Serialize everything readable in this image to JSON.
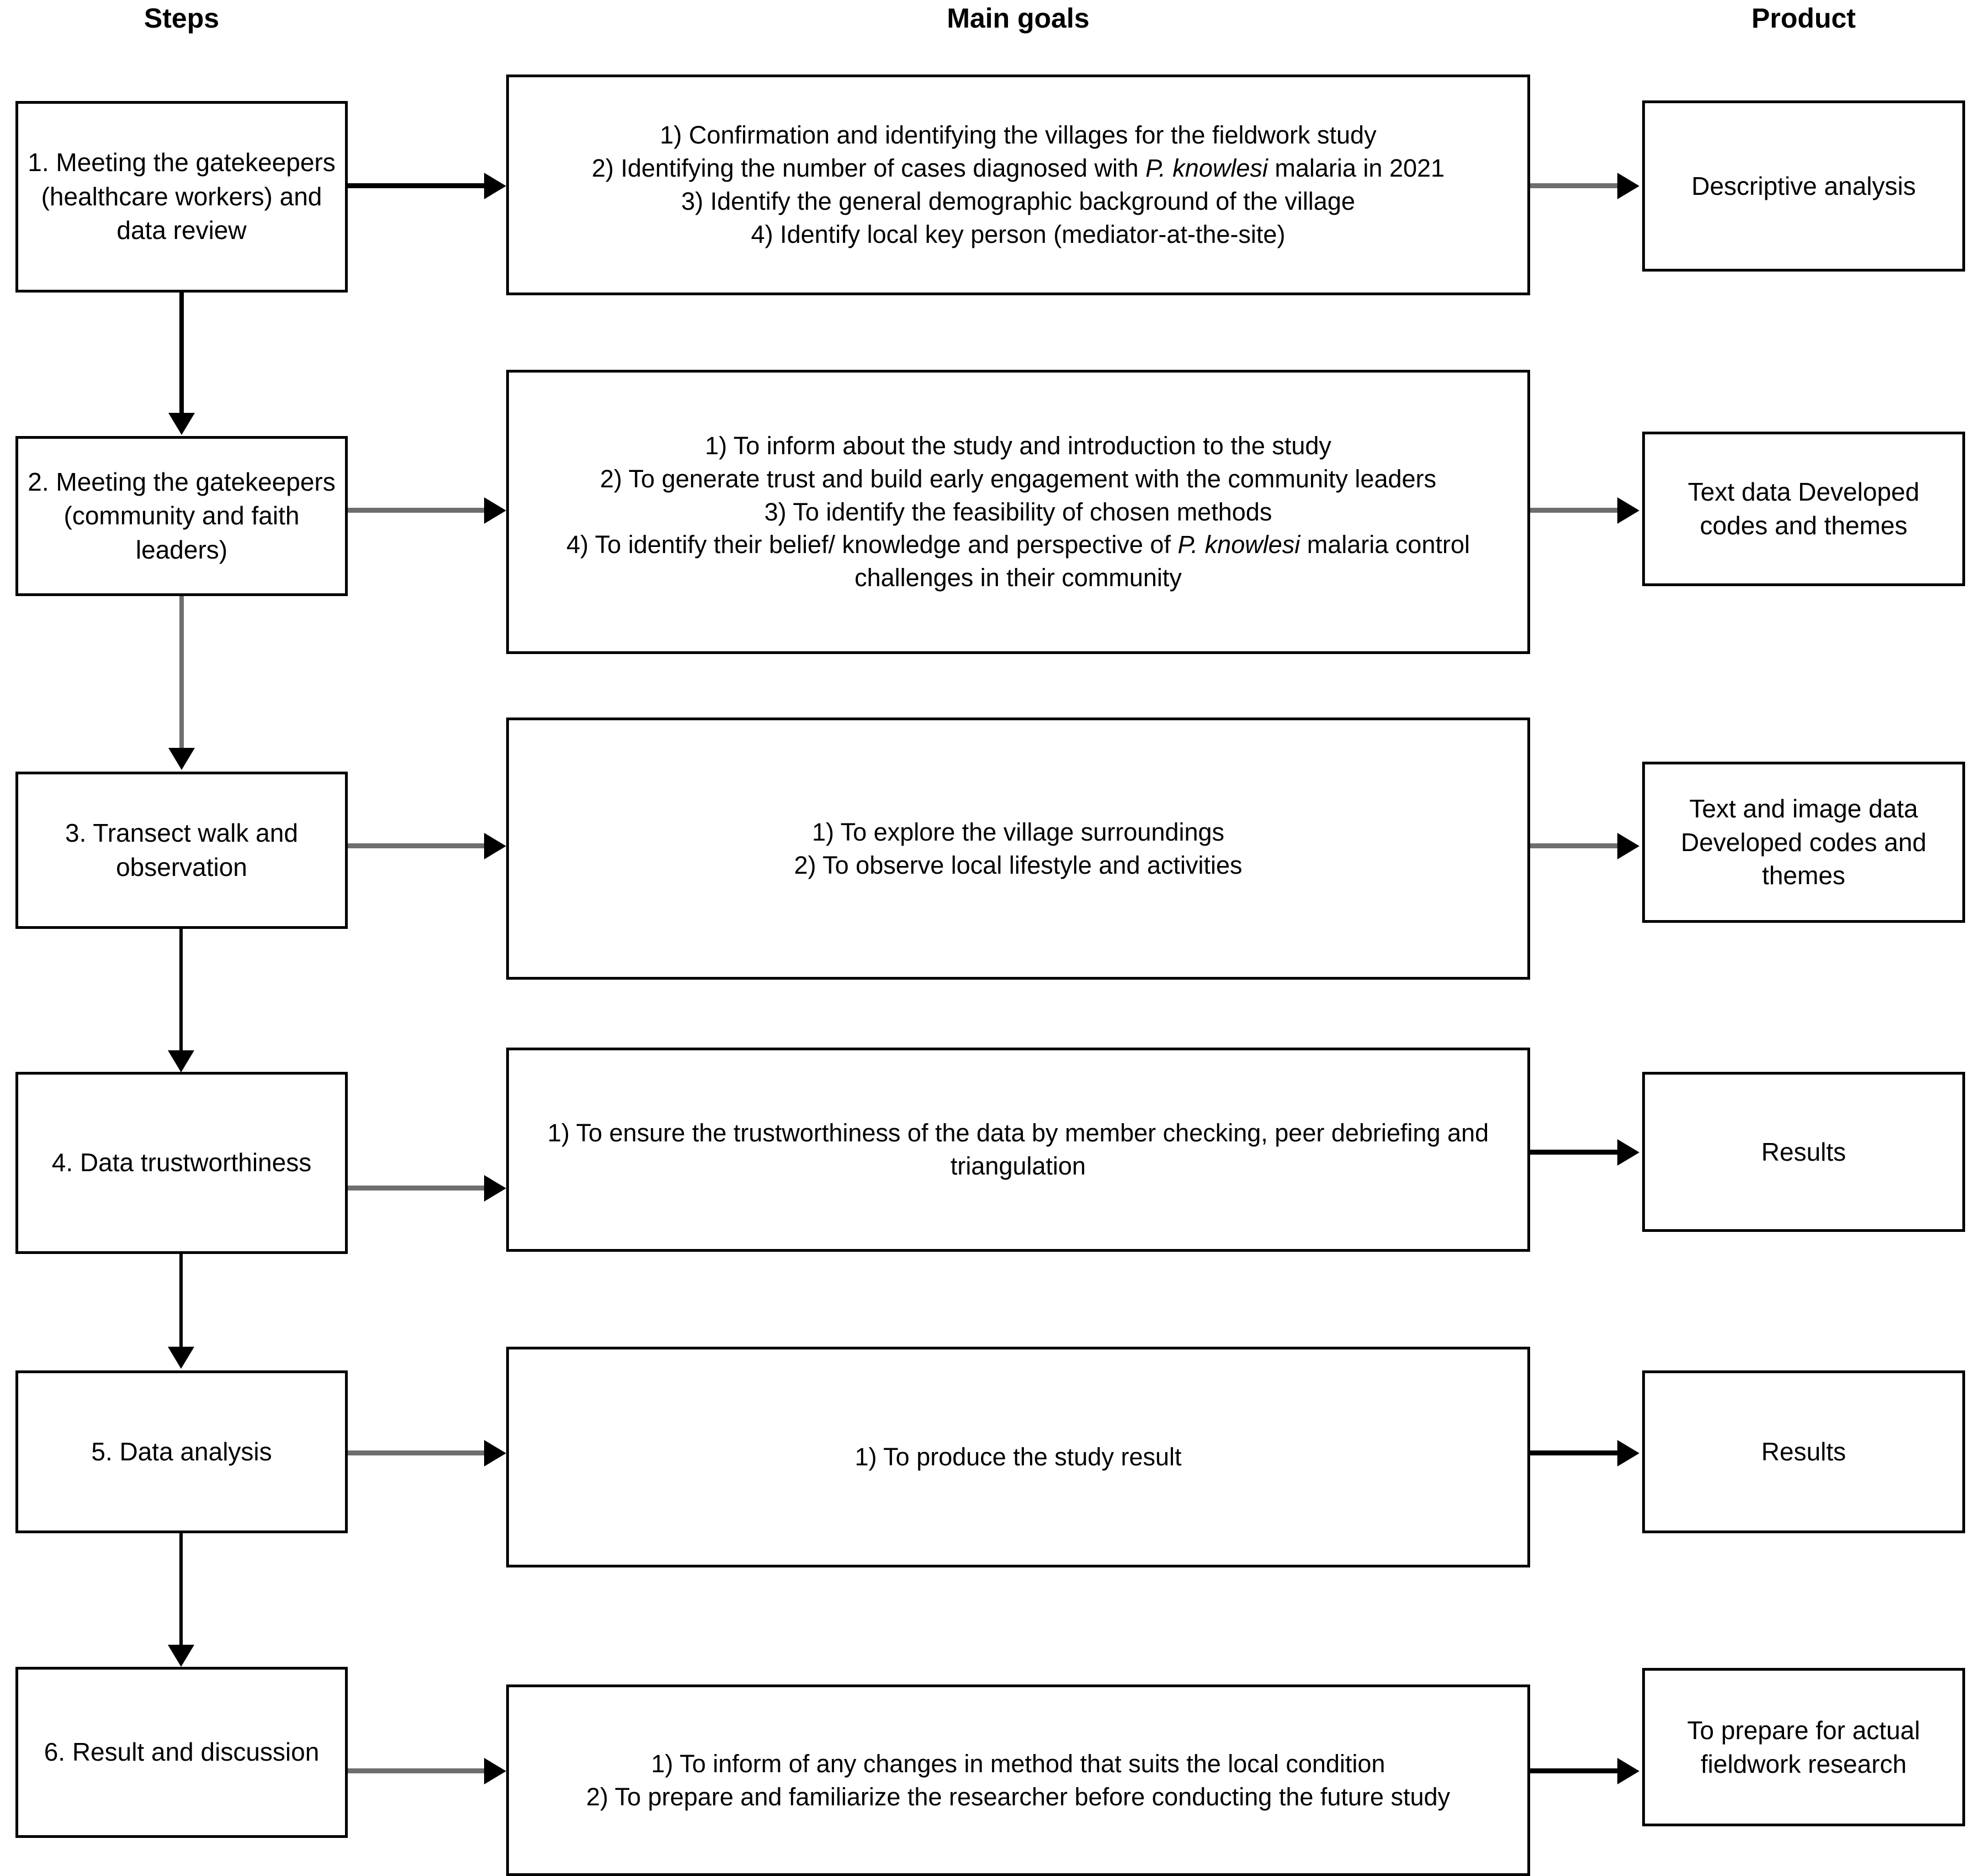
{
  "headers": {
    "steps": "Steps",
    "main_goals": "Main goals",
    "product": "Product"
  },
  "rows": [
    {
      "step": "1. Meeting the gatekeepers (healthcare workers) and data review",
      "goals_html": "1) Confirmation and identifying the villages for the fieldwork study<br>2) Identifying the number of cases diagnosed with <em class=\"sci\">P. knowlesi</em> malaria  in 2021<br>3) Identify the general demographic background of the village<br>4) Identify local key person (mediator-at-the-site)",
      "goals_text": "1) Confirmation and identifying the villages for the fieldwork study 2) Identifying the number of cases diagnosed with P. knowlesi malaria in 2021 3) Identify the general demographic background of the village 4) Identify local key person (mediator-at-the-site)",
      "product": "Descriptive analysis"
    },
    {
      "step": "2. Meeting the gatekeepers (community and faith leaders)",
      "goals_html": "1) To inform about the study and introduction to the study<br>2) To generate trust and build early engagement with the community leaders<br>3) To identify the feasibility of chosen methods<br>4) To identify their belief/ knowledge and perspective of <em class=\"sci\">P. knowlesi</em> malaria control challenges in their community",
      "goals_text": "1) To inform about the study and introduction to the study 2) To generate trust and build early engagement with the community leaders 3) To identify the feasibility of chosen methods 4) To identify their belief/ knowledge and perspective of P. knowlesi malaria control challenges in their community",
      "product": "Text data Developed codes and themes"
    },
    {
      "step": "3. Transect walk and observation",
      "goals_html": "1) To explore the village surroundings<br>2) To observe local lifestyle and activities",
      "goals_text": "1) To explore the village surroundings 2) To observe local lifestyle and activities",
      "product": "Text and image data Developed codes and themes"
    },
    {
      "step": "4. Data trustworthiness",
      "goals_html": "1) To ensure the trustworthiness of the data by member checking, peer debriefing and triangulation",
      "goals_text": "1) To ensure the trustworthiness of the data by member checking, peer debriefing and triangulation",
      "product": "Results"
    },
    {
      "step": "5. Data analysis",
      "goals_html": "1) To produce the study result",
      "goals_text": "1) To produce the study result",
      "product": "Results"
    },
    {
      "step": "6. Result and discussion",
      "goals_html": "1) To inform of any changes in method that suits the local condition<br>2) To prepare and familiarize the researcher before conducting the future study",
      "goals_text": "1) To inform of any changes in method that suits the local condition 2) To prepare and familiarize the researcher before conducting the future study",
      "product": "To prepare for actual fieldwork research"
    }
  ],
  "colors": {
    "stroke": "#000000",
    "connector_grey": "#6e6e6e",
    "background": "#ffffff"
  }
}
